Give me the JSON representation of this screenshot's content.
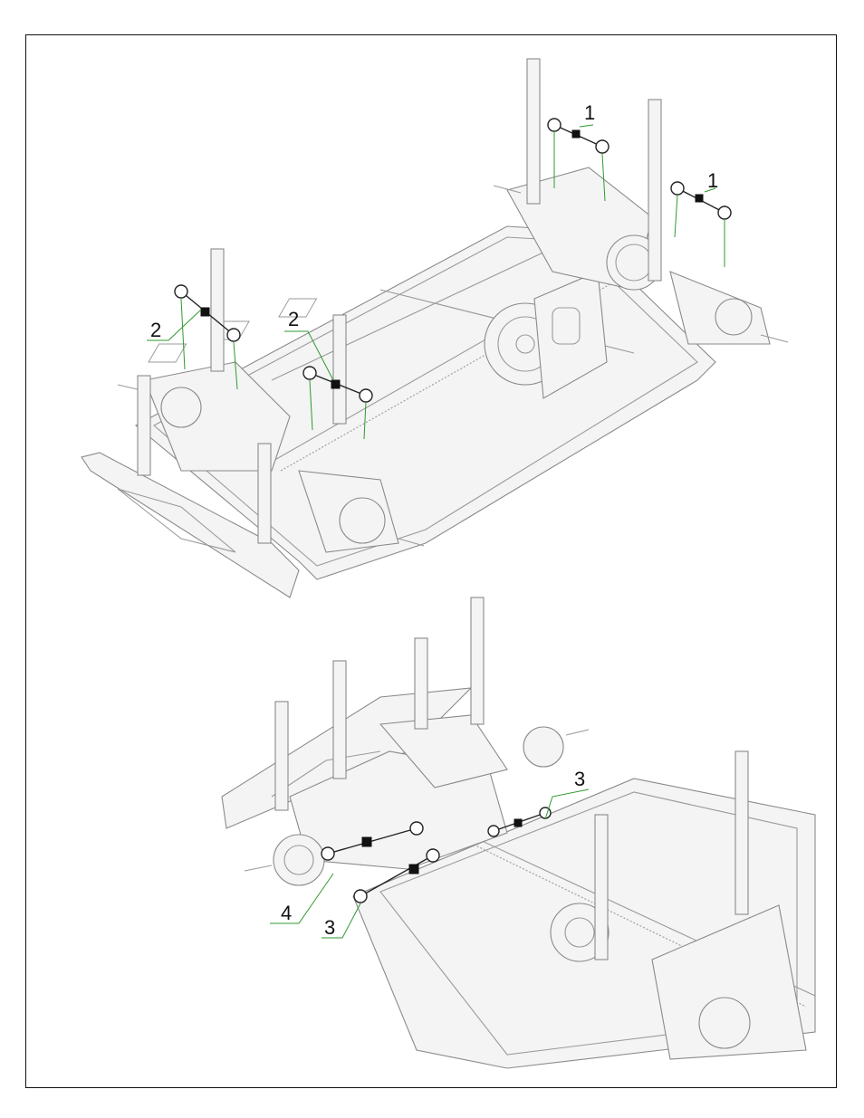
{
  "callouts": [
    {
      "id": "rod-1a",
      "label": "1"
    },
    {
      "id": "rod-1b",
      "label": "1"
    },
    {
      "id": "rod-2a",
      "label": "2"
    },
    {
      "id": "rod-2b",
      "label": "2"
    },
    {
      "id": "rod-3a",
      "label": "3"
    },
    {
      "id": "rod-3b",
      "label": "3"
    },
    {
      "id": "rod-4",
      "label": "4"
    }
  ],
  "colors": {
    "leader": "#2e9a2e",
    "line": "#9a9a9a",
    "part": "#222222"
  }
}
